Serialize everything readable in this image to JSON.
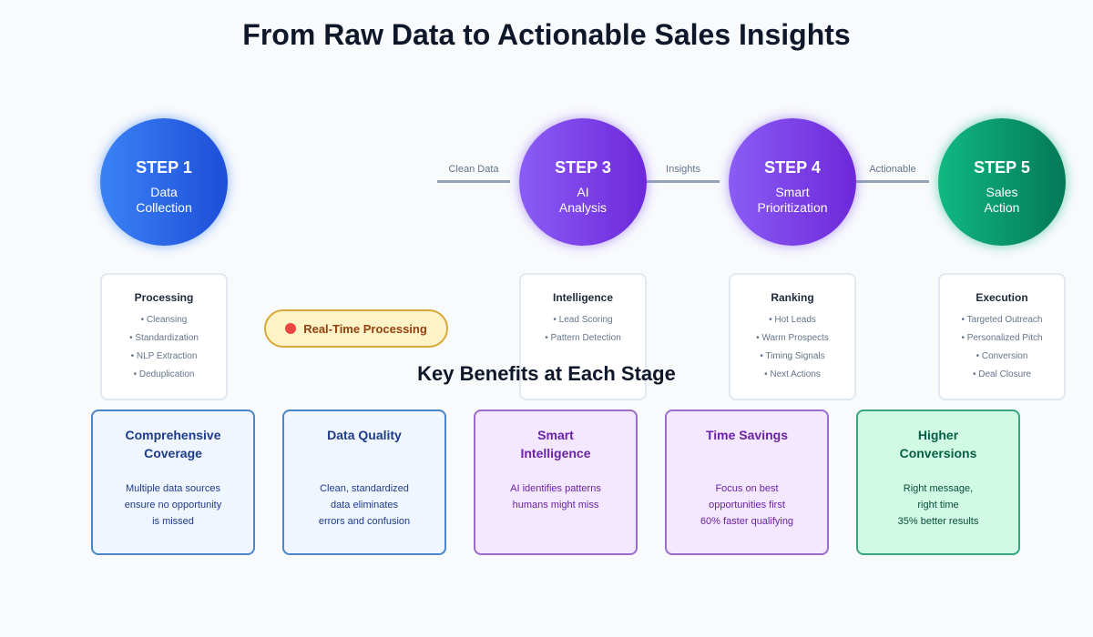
{
  "title": "From Raw Data to Actionable Sales Insights",
  "steps": [
    {
      "step": "STEP 1",
      "name1": "Data",
      "name2": "Collection"
    },
    {
      "step": "STEP 3",
      "name1": "AI",
      "name2": "Analysis"
    },
    {
      "step": "STEP 4",
      "name1": "Smart",
      "name2": "Prioritization"
    },
    {
      "step": "STEP 5",
      "name1": "Sales",
      "name2": "Action"
    }
  ],
  "connectors": [
    "Clean Data",
    "Insights",
    "Actionable"
  ],
  "cards": [
    {
      "title": "Processing",
      "items": [
        "• Cleansing",
        "• Standardization",
        "• NLP Extraction",
        "• Deduplication"
      ]
    },
    {
      "title": "Intelligence",
      "items": [
        "• Lead Scoring",
        "• Pattern Detection"
      ]
    },
    {
      "title": "Ranking",
      "items": [
        "• Hot Leads",
        "• Warm Prospects",
        "• Timing Signals",
        "• Next Actions"
      ]
    },
    {
      "title": "Execution",
      "items": [
        "• Targeted Outreach",
        "• Personalized Pitch",
        "• Conversion",
        "• Deal Closure"
      ]
    }
  ],
  "badge": "Real-Time Processing",
  "benefits_heading": "Key Benefits at Each Stage",
  "benefits": [
    {
      "title1": "Comprehensive",
      "title2": "Coverage",
      "lines": [
        "Multiple data sources",
        "ensure no opportunity",
        "is missed"
      ]
    },
    {
      "title1": "Data Quality",
      "title2": "",
      "lines": [
        "Clean, standardized",
        "data eliminates",
        "errors and confusion"
      ]
    },
    {
      "title1": "Smart",
      "title2": "Intelligence",
      "lines": [
        "AI identifies patterns",
        "humans might miss",
        ""
      ]
    },
    {
      "title1": "Time Savings",
      "title2": "",
      "lines": [
        "Focus on best",
        "opportunities first",
        "60% faster qualifying"
      ]
    },
    {
      "title1": "Higher",
      "title2": "Conversions",
      "lines": [
        "Right message,",
        "right time",
        "35% better results"
      ]
    }
  ]
}
